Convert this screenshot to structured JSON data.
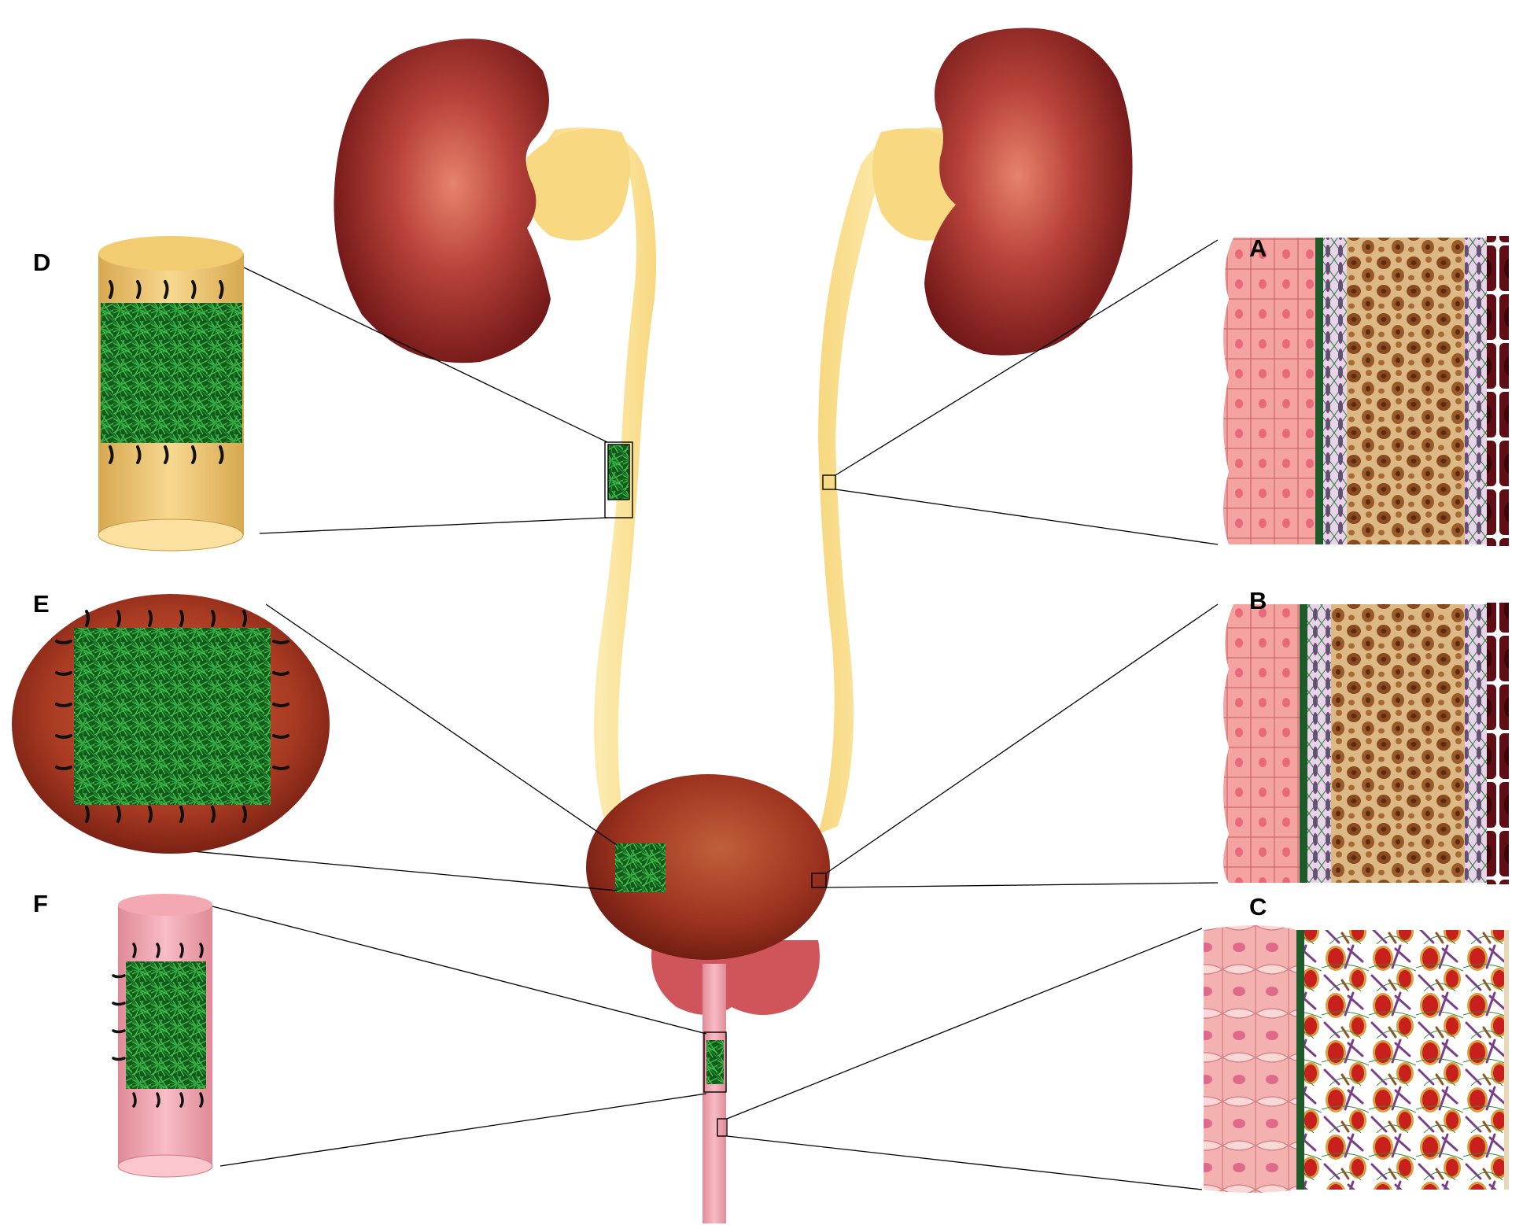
{
  "panels": {
    "a": "A",
    "b": "B",
    "c": "C",
    "d": "D",
    "e": "E",
    "f": "F"
  },
  "colors": {
    "kidney": "#9b2a22",
    "ureter": "#f8e08e",
    "bladder": "#a33a22",
    "urethra": "#f1a1a5",
    "scaffold": "#1f8a2c",
    "suture": "#111111",
    "urothelium": "#f4a3a0",
    "lamina_propria": "#dcb984",
    "muscle_cell": "#8a4a20"
  }
}
